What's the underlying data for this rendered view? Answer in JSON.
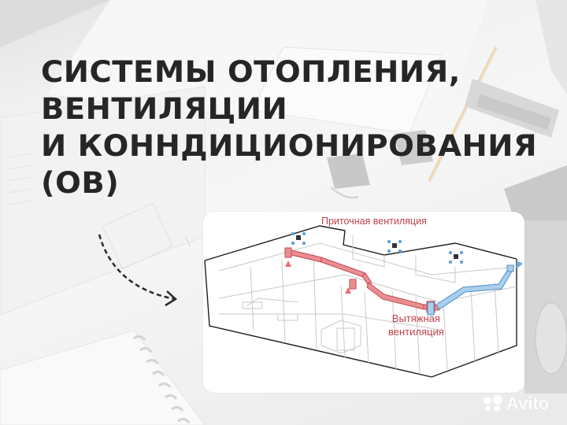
{
  "title": {
    "lines": [
      "СИСТЕМЫ ОТОПЛЕНИЯ,",
      "ВЕНТИЛЯЦИИ",
      "И КОННДИЦИОНИРОВАНИЯ",
      "(ОВ)"
    ]
  },
  "diagram": {
    "supply_label": "Приточная вентиляция",
    "exhaust_label_line1": "Вытяжная",
    "exhaust_label_line2": "вентиляция",
    "colors": {
      "supply_duct": "#e07a7f",
      "exhaust_duct": "#8fbde0",
      "label_text": "#c0404a",
      "walls": "#222222"
    }
  },
  "watermark": {
    "brand": "Avito"
  },
  "icons": {
    "dashed_arrow": "curved-dashed-arrow-icon",
    "fan": "ceiling-fan-icon",
    "avito_logo": "avito-logo-icon"
  }
}
